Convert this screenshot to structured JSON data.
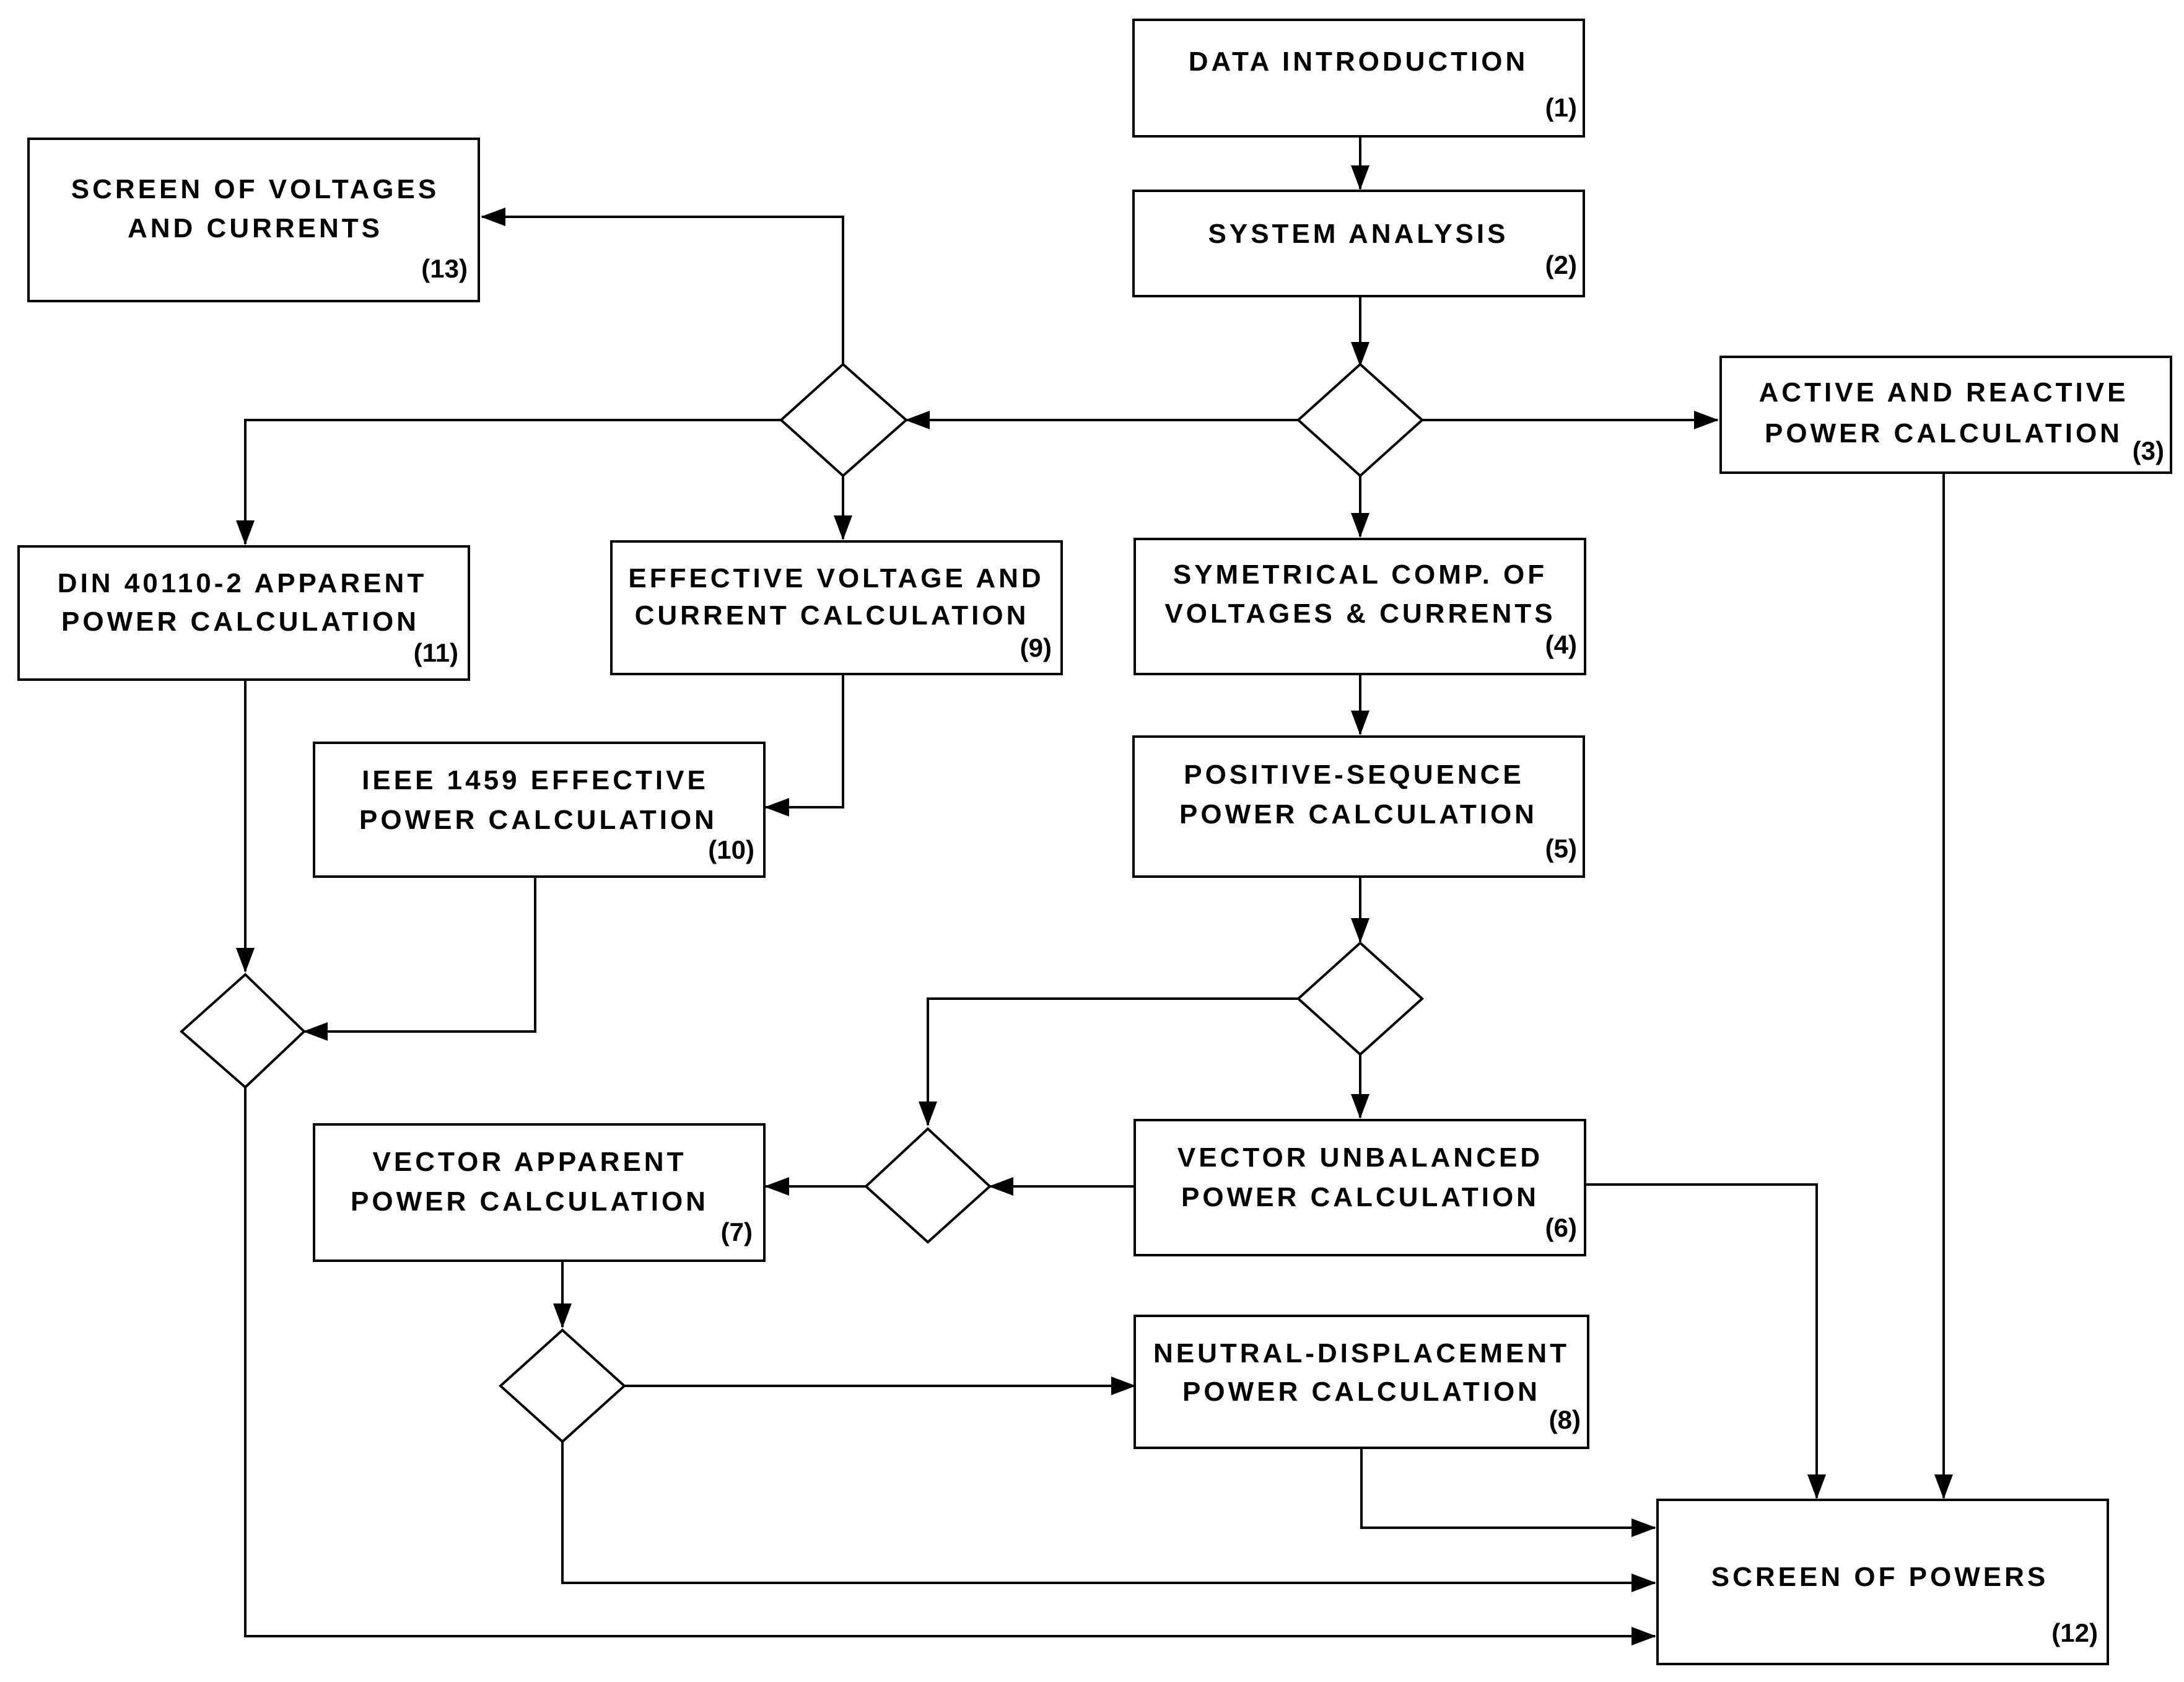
{
  "colors": {
    "stroke": "#000000",
    "background": "#ffffff"
  },
  "boxes": {
    "b1": {
      "lines": [
        "DATA INTRODUCTION",
        ""
      ],
      "num": "(1)"
    },
    "b2": {
      "lines": [
        "SYSTEM ANALYSIS",
        ""
      ],
      "num": "(2)"
    },
    "b3": {
      "lines": [
        "ACTIVE AND REACTIVE",
        "POWER CALCULATION"
      ],
      "num": "(3)"
    },
    "b4": {
      "lines": [
        "SYMETRICAL COMP.  OF",
        "VOLTAGES & CURRENTS"
      ],
      "num": "(4)"
    },
    "b5": {
      "lines": [
        "POSITIVE-SEQUENCE",
        "POWER CALCULATION"
      ],
      "num": "(5)"
    },
    "b6": {
      "lines": [
        "VECTOR UNBALANCED",
        "POWER CALCULATION"
      ],
      "num": "(6)"
    },
    "b7": {
      "lines": [
        "VECTOR APPARENT",
        "POWER CALCULATION"
      ],
      "num": "(7)"
    },
    "b8": {
      "lines": [
        "NEUTRAL-DISPLACEMENT",
        "POWER CALCULATION"
      ],
      "num": "(8)"
    },
    "b9": {
      "lines": [
        "EFFECTIVE VOLTAGE AND",
        "CURRENT CALCULATION"
      ],
      "num": "(9)"
    },
    "b10": {
      "lines": [
        "IEEE 1459 EFFECTIVE",
        "POWER CALCULATION"
      ],
      "num": "(10)"
    },
    "b11": {
      "lines": [
        "DIN 40110-2 APPARENT",
        "POWER CALCULATION"
      ],
      "num": "(11)"
    },
    "b12": {
      "lines": [
        "SCREEN OF POWERS",
        ""
      ],
      "num": "(12)"
    },
    "b13": {
      "lines": [
        "SCREEN OF VOLTAGES",
        "AND CURRENTS"
      ],
      "num": "(13)"
    }
  }
}
